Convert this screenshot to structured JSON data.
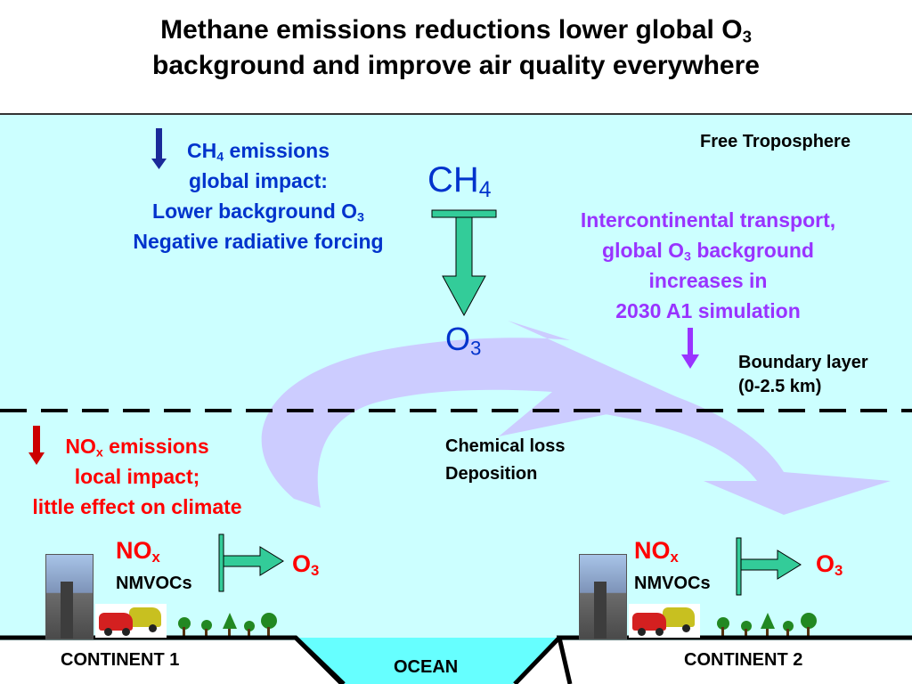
{
  "title": {
    "line1_prefix": "Methane emissions reductions lower global O",
    "line1_sub": "3",
    "line2": "background and improve air quality everywhere"
  },
  "regions": {
    "free_troposphere": "Free Troposphere",
    "boundary_layer_line1": "Boundary layer",
    "boundary_layer_line2": "(0-2.5 km)"
  },
  "ch4_box": {
    "line1_prefix": "CH",
    "line1_sub": "4",
    "line1_suffix": " emissions",
    "line2": "global impact:",
    "line3_prefix": "Lower background O",
    "line3_sub": "3",
    "line4": "Negative radiative forcing"
  },
  "center": {
    "ch4_main": "CH",
    "ch4_sub": "4",
    "o3_main": "O",
    "o3_sub": "3"
  },
  "transport": {
    "line1": "Intercontinental transport,",
    "line2_prefix": "global O",
    "line2_sub": "3",
    "line2_suffix": " background",
    "line3": "increases in",
    "line4": "2030 A1 simulation"
  },
  "nox_box": {
    "line1_prefix": "NO",
    "line1_sub": "x",
    "line1_suffix": " emissions",
    "line2": "local impact;",
    "line3": "little effect on climate"
  },
  "loss": {
    "line1": "Chemical loss",
    "line2": "Deposition"
  },
  "continent1": {
    "nox": "NO",
    "nox_sub": "x",
    "nmvocs": "NMVOCs",
    "o3": "O",
    "o3_sub": "3",
    "label": "CONTINENT 1"
  },
  "continent2": {
    "nox": "NO",
    "nox_sub": "x",
    "nmvocs": "NMVOCs",
    "o3": "O",
    "o3_sub": "3",
    "label": "CONTINENT 2"
  },
  "ocean": {
    "label": "OCEAN"
  },
  "colors": {
    "sky": "#ccffff",
    "blue_text": "#0033cc",
    "purple_text": "#9933ff",
    "red_text": "#ff0000",
    "arrow_green": "#33cc99",
    "transport_arc": "#ccccff",
    "ocean": "#66ffff"
  }
}
